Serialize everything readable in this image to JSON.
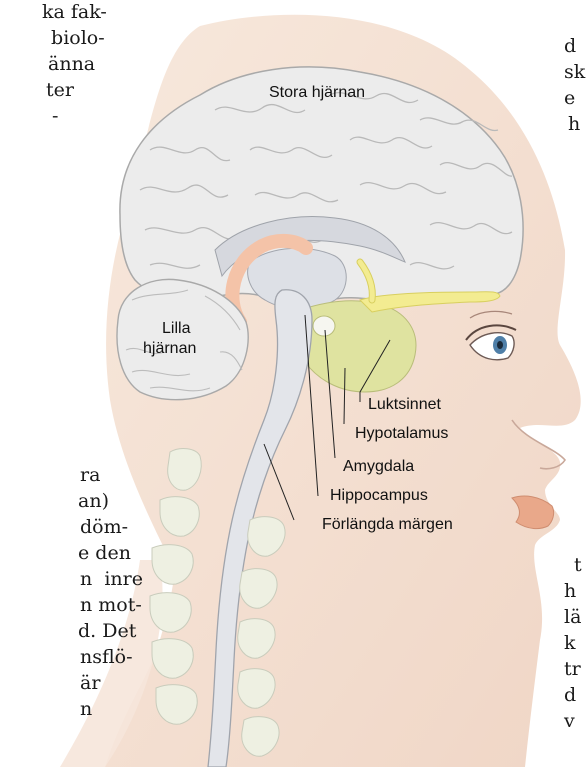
{
  "labels": {
    "cerebrum": "Stora hjärnan",
    "cerebellum_line1": "Lilla",
    "cerebellum_line2": "hjärnan",
    "smell": "Luktsinnet",
    "hypothalamus": "Hypotalamus",
    "amygdala": "Amygdala",
    "hippocampus": "Hippocampus",
    "medulla": "Förlängda märgen"
  },
  "text_left": [
    "ka fak-",
    " biolo-",
    "änna",
    "ter",
    "-",
    "ra",
    "an)",
    "döm-",
    "e den",
    "n  inre",
    "n mot-",
    "d. Det",
    "nsflö-",
    "är",
    "n"
  ],
  "text_right": [
    "d",
    "sk",
    "e",
    "h",
    "t",
    "h",
    "lä",
    "k",
    "tr",
    "d",
    "v"
  ],
  "colors": {
    "skin": "#f2ddd0",
    "brain": "#ececec",
    "limbic": "#dfe3a0",
    "olfactory": "#f3ec91",
    "hippocampus": "#f4c3a8",
    "lips": "#e9a88a"
  }
}
